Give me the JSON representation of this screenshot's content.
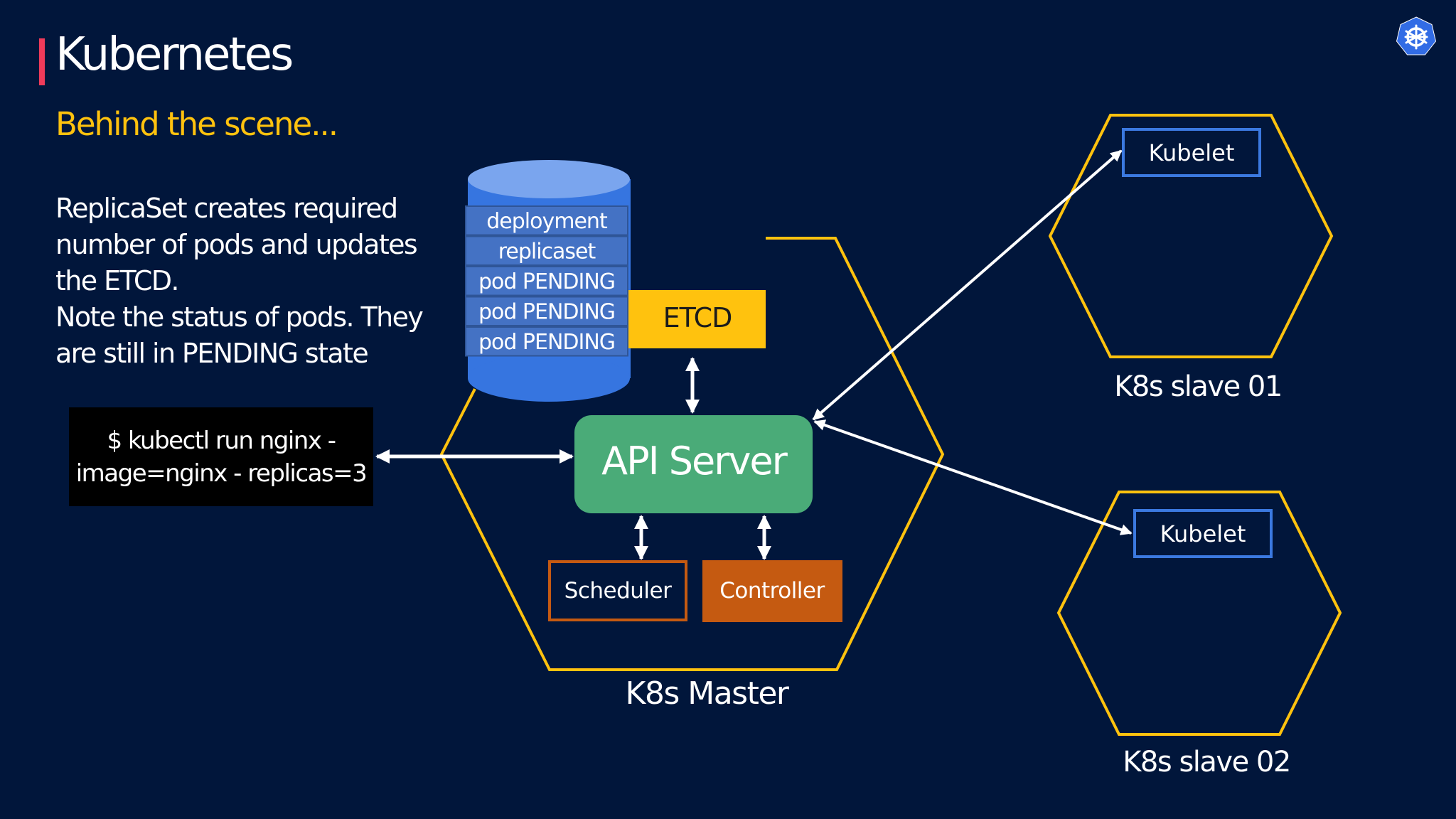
{
  "slide": {
    "title": "Kubernetes",
    "subtitle": "Behind the scene...",
    "description_lines": [
      "ReplicaSet creates required",
      "number of pods and updates",
      "the ETCD.",
      "Note the status of pods. They",
      "are still in PENDING state"
    ],
    "command_lines": [
      "$ kubectl run nginx -",
      "image=nginx - replicas=3"
    ],
    "logo_icon": "kubernetes-helm-wheel-icon"
  },
  "diagram": {
    "database_rows": [
      "deployment",
      "replicaset",
      "pod PENDING",
      "pod PENDING",
      "pod PENDING"
    ],
    "etcd_label": "ETCD",
    "api_server_label": "API Server",
    "scheduler_label": "Scheduler",
    "controller_label": "Controller",
    "master_label": "K8s Master",
    "slaves": [
      {
        "kubelet_label": "Kubelet",
        "node_label": "K8s slave 01"
      },
      {
        "kubelet_label": "Kubelet",
        "node_label": "K8s slave 02"
      }
    ],
    "colors": {
      "background": "#01163b",
      "hexagon_stroke": "#ffc20e",
      "etcd_fill": "#ffc20e",
      "api_server_fill": "#4aab78",
      "controller_fill": "#c55a11",
      "scheduler_border": "#c55a11",
      "kubelet_border": "#3b79e0",
      "database_body": "#3675e0",
      "database_top": "#7aa5ee",
      "database_row": "#4472c4",
      "title_accent": "#ef3b5a",
      "subtitle": "#ffc20e"
    }
  }
}
